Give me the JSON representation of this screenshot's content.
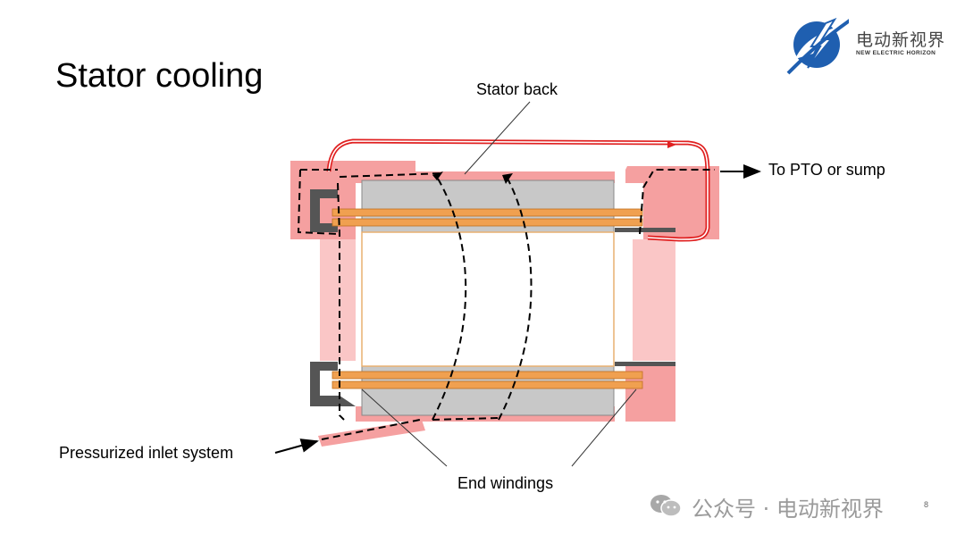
{
  "title": "Stator cooling",
  "logo": {
    "name_cn": "电动新视界",
    "name_en": "NEW ELECTRIC HORIZON",
    "brand_color": "#1f5fb0"
  },
  "labels": {
    "stator_back": "Stator back",
    "to_pto": "To PTO or sump",
    "inlet": "Pressurized inlet system",
    "end_windings": "End windings"
  },
  "watermark": "公众号 · 电动新视界",
  "page_number": "8",
  "colors": {
    "coolant": "#f5a0a0",
    "coolant_light": "#fac6c6",
    "coolant_line": "#e02020",
    "core": "#c8c8c8",
    "winding": "#f0a050",
    "housing": "#555555"
  }
}
